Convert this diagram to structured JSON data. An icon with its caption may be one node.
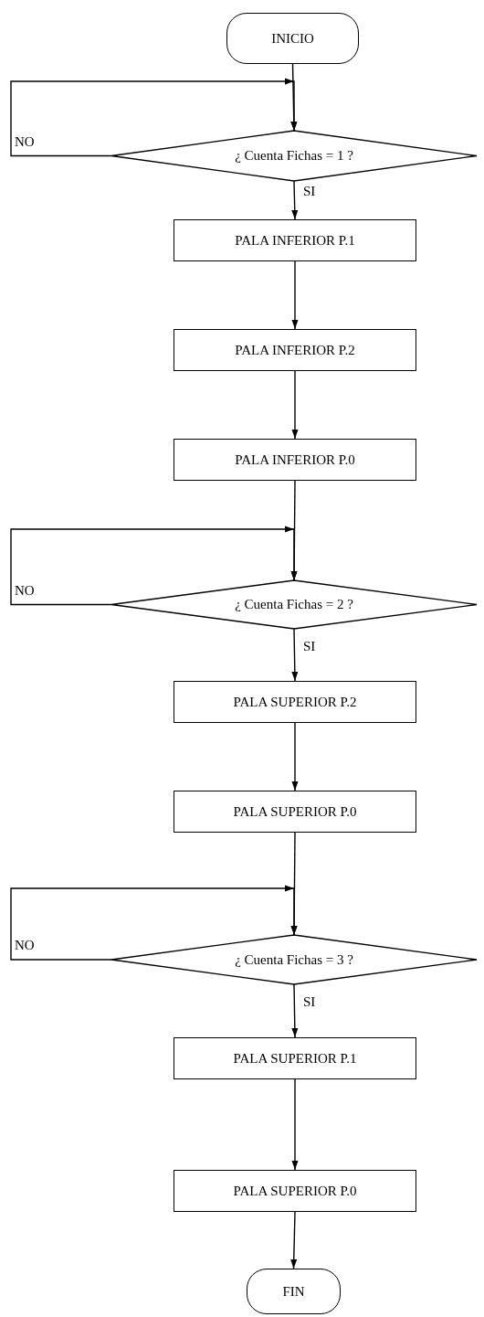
{
  "diagram": {
    "nodes": [
      {
        "text": [
          "INICIO"
        ]
      },
      {
        "text": [
          "¿ Cuenta Fichas = 1 ?"
        ]
      },
      {
        "text": [
          "PALA INFERIOR P.1"
        ]
      },
      {
        "text": [
          "PALA INFERIOR P.2"
        ]
      },
      {
        "text": [
          "PALA INFERIOR P.0"
        ]
      },
      {
        "text": [
          "¿ Cuenta Fichas = 2 ?"
        ]
      },
      {
        "text": [
          "PALA SUPERIOR P.2"
        ]
      },
      {
        "text": [
          "PALA SUPERIOR P.0"
        ]
      },
      {
        "text": [
          "¿ Cuenta Fichas = 3 ?"
        ]
      },
      {
        "text": [
          "PALA SUPERIOR P.1"
        ]
      },
      {
        "text": [
          "PALA SUPERIOR P.0"
        ]
      },
      {
        "text": [
          "FIN"
        ]
      }
    ],
    "edges": [
      {
        "from": 0,
        "to": 1,
        "arrow": "to"
      },
      {
        "from": 1,
        "to": 1,
        "arrow": "to",
        "label": "NO"
      },
      {
        "from": 1,
        "to": 2,
        "arrow": "to",
        "label": "SI"
      },
      {
        "from": 2,
        "to": 3,
        "arrow": "to"
      },
      {
        "from": 3,
        "to": 4,
        "arrow": "to"
      },
      {
        "from": 4,
        "to": 5,
        "arrow": "to"
      },
      {
        "from": 5,
        "to": 5,
        "arrow": "to",
        "label": "NO"
      },
      {
        "from": 5,
        "to": 6,
        "arrow": "to",
        "label": "SI"
      },
      {
        "from": 6,
        "to": 7,
        "arrow": "to"
      },
      {
        "from": 7,
        "to": 8,
        "arrow": "to"
      },
      {
        "from": 8,
        "to": 8,
        "arrow": "to",
        "label": "NO"
      },
      {
        "from": 8,
        "to": 9,
        "arrow": "to",
        "label": "SI"
      },
      {
        "from": 9,
        "to": 10,
        "arrow": "to"
      },
      {
        "from": 10,
        "to": 11,
        "arrow": "to"
      }
    ]
  }
}
